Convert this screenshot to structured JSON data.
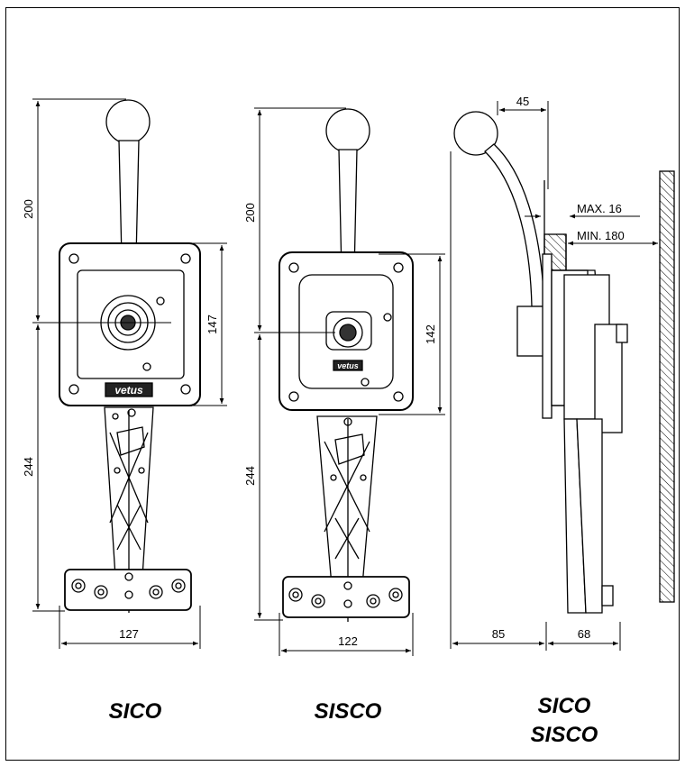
{
  "sico": {
    "name": "SICO",
    "brand": "vetus",
    "dim_height_top": "200",
    "dim_height_bottom": "244",
    "dim_plate_height": "147",
    "dim_width": "127"
  },
  "sisco": {
    "name": "SISCO",
    "brand": "vetus",
    "dim_height_top": "200",
    "dim_height_bottom": "244",
    "dim_plate_height": "142",
    "dim_width": "122"
  },
  "side": {
    "name_line1": "SICO",
    "name_line2": "SISCO",
    "dim_offset": "45",
    "dim_max": "MAX. 16",
    "dim_min": "MIN. 180",
    "dim_front": "85",
    "dim_back": "68"
  }
}
